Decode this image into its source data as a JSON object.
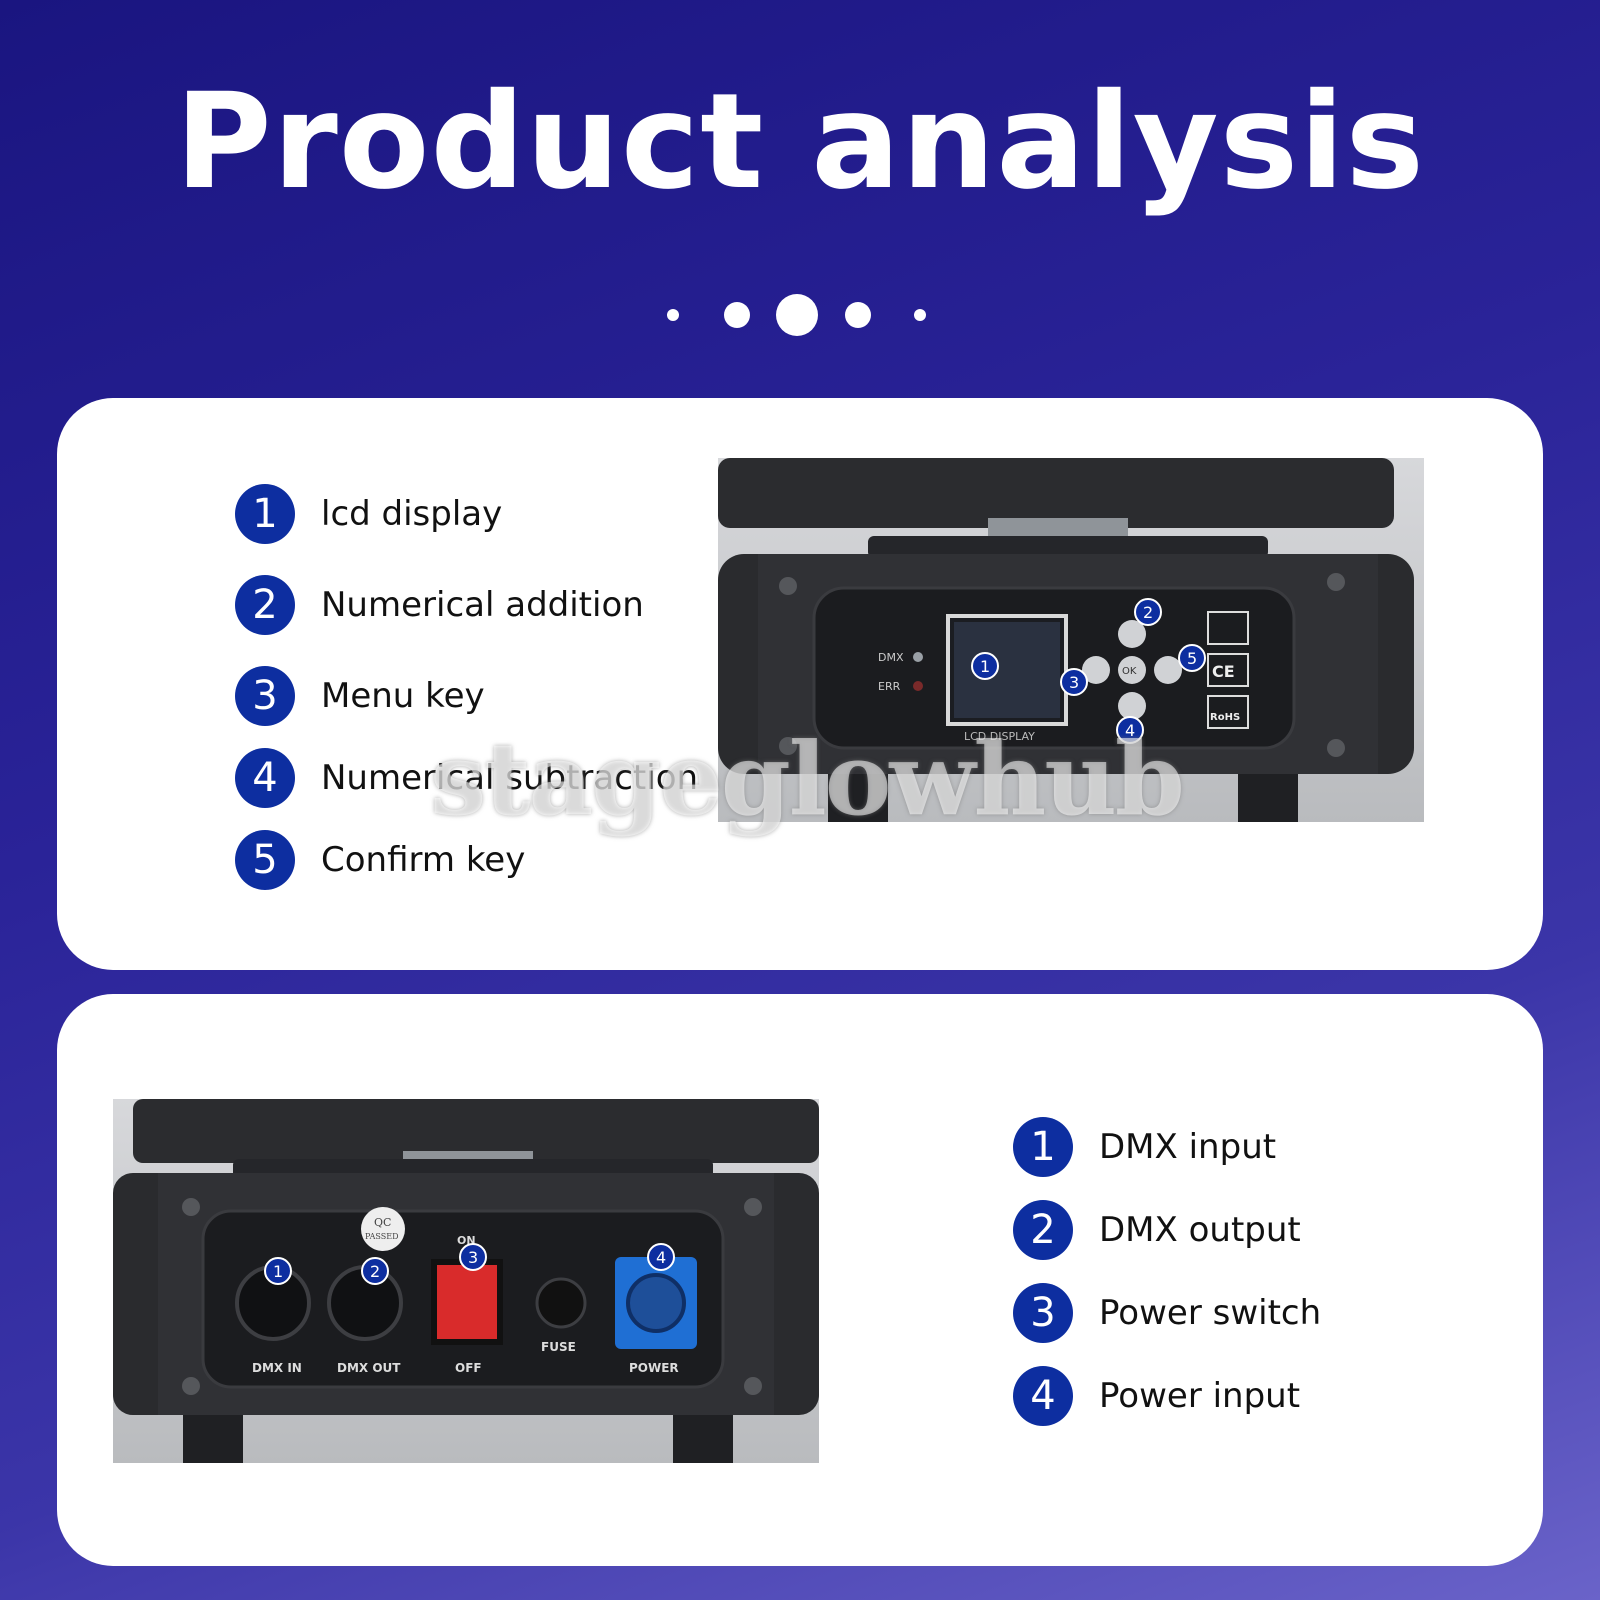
{
  "title": "Product analysis",
  "panel1": {
    "items": [
      {
        "num": "1",
        "label": "lcd display"
      },
      {
        "num": "2",
        "label": "Numerical addition"
      },
      {
        "num": "3",
        "label": "Menu key"
      },
      {
        "num": "4",
        "label": "Numerical subtraction"
      },
      {
        "num": "5",
        "label": "Confirm key"
      }
    ],
    "photo": {
      "dmx": "DMX",
      "err": "ERR",
      "ok": "OK",
      "lcd": "LCD DISPLAY",
      "ce": "CE",
      "rohs": "RoHS",
      "markers": [
        "1",
        "2",
        "3",
        "4",
        "5"
      ]
    }
  },
  "panel2": {
    "items": [
      {
        "num": "1",
        "label": "DMX input"
      },
      {
        "num": "2",
        "label": "DMX output"
      },
      {
        "num": "3",
        "label": "Power switch"
      },
      {
        "num": "4",
        "label": "Power input"
      }
    ],
    "photo": {
      "dmx_in": "DMX IN",
      "dmx_out": "DMX OUT",
      "on": "ON",
      "off": "OFF",
      "fuse": "FUSE",
      "power": "POWER",
      "qc": "QC",
      "passed": "PASSED",
      "markers": [
        "1",
        "2",
        "3",
        "4"
      ]
    }
  },
  "watermark": "stageglowhub",
  "colors": {
    "badge": "#0d2ea0",
    "bg_dark": "#1a1580",
    "bg_light": "#6a63c9"
  }
}
